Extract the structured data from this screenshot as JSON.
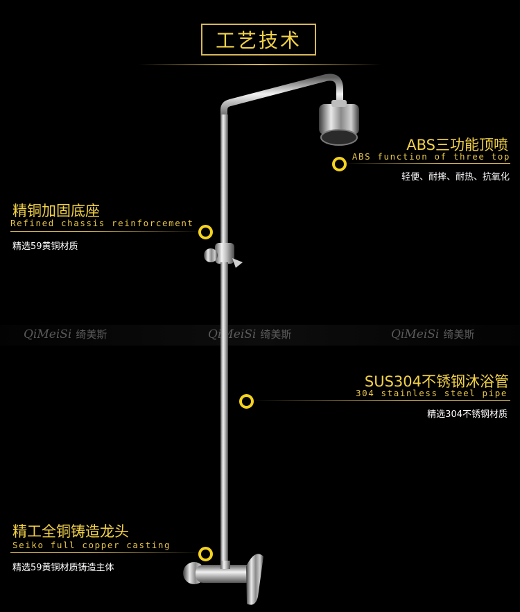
{
  "title": "工艺技术",
  "features": {
    "top_spray": {
      "cn": "ABS三功能顶喷",
      "en": "ABS function of three top",
      "desc": "轻便、耐摔、耐热、抗氧化"
    },
    "chassis": {
      "cn": "精铜加固底座",
      "en": "Refined chassis reinforcement",
      "desc": "精选59黄铜材质"
    },
    "pipe": {
      "cn": "SUS304不锈钢沐浴管",
      "en": "304 stainless steel pipe",
      "desc": "精选304不锈钢材质"
    },
    "faucet": {
      "cn": "精工全铜铸造龙头",
      "en": "Seiko full copper casting",
      "desc": "精选59黄铜材质铸造主体"
    }
  },
  "watermark": {
    "logo": "QiMeiSi",
    "cn": "绮美斯"
  },
  "colors": {
    "gold": "#f3d247",
    "dot": "#f5d21e",
    "frame": "#d7b85a"
  }
}
